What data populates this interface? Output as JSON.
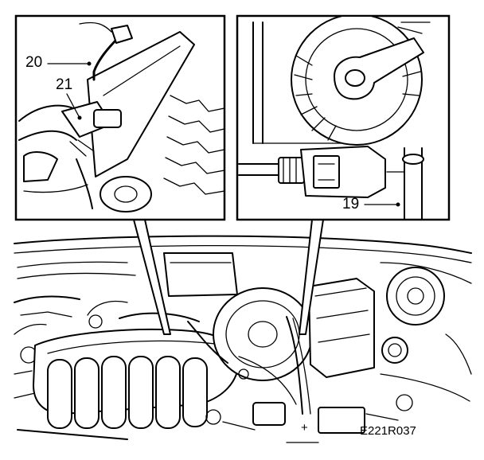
{
  "callouts": {
    "c20": "20",
    "c21": "21",
    "c19": "19"
  },
  "reference_code": "E221R037"
}
